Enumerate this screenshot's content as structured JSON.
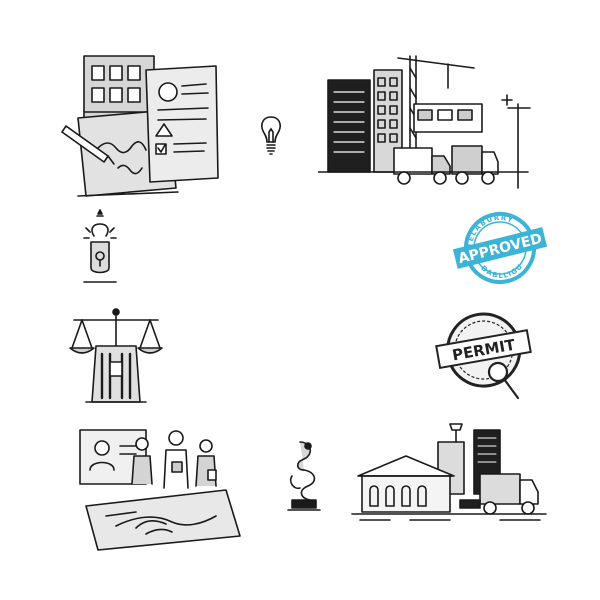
{
  "stamps": {
    "approved": {
      "ring_top": "TELABURRY",
      "ring_bottom": "DABLLIGU",
      "label": "APPROVED",
      "color": "#3db3d6"
    },
    "permit": {
      "label": "PERMIT",
      "color": "#222222"
    }
  },
  "palette": {
    "ink": "#1a1a1a",
    "gray_fill": "#cfcfcf"
  },
  "illustrations": [
    "documents-and-building",
    "lightbulb",
    "city-construction-site",
    "idea-hand",
    "approved-stamp",
    "scales-of-justice-building",
    "permit-stamp-magnifier",
    "team-and-handshake",
    "award-trophy",
    "town-hall-and-truck"
  ]
}
